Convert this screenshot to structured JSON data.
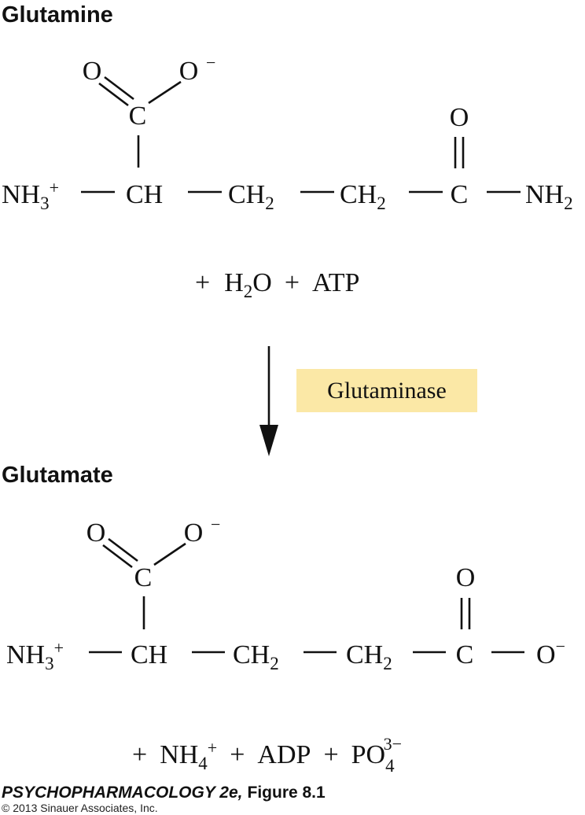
{
  "substrate": {
    "title": "Glutamine",
    "carboxyl": {
      "o_double": "O",
      "o_single": "O",
      "charge": "−",
      "carbon": "C"
    },
    "chain": {
      "amino": "NH",
      "amino_sub": "3",
      "amino_sup": "+",
      "alpha": "CH",
      "ch2_a": "CH",
      "ch2_a_sub": "2",
      "ch2_b": "CH",
      "ch2_b_sub": "2",
      "carbon": "C",
      "terminal": "NH",
      "terminal_sub": "2",
      "carbonyl_o": "O"
    },
    "reactants": {
      "plus1": "+",
      "water": "H",
      "water_sub": "2",
      "water_tail": "O",
      "plus2": "+",
      "atp": "ATP"
    }
  },
  "enzyme": {
    "label": "Glutaminase",
    "highlight_color": "#fbe8a6"
  },
  "product": {
    "title": "Glutamate",
    "carboxyl": {
      "o_double": "O",
      "o_single": "O",
      "charge": "−",
      "carbon": "C"
    },
    "chain": {
      "amino": "NH",
      "amino_sub": "3",
      "amino_sup": "+",
      "alpha": "CH",
      "ch2_a": "CH",
      "ch2_a_sub": "2",
      "ch2_b": "CH",
      "ch2_b_sub": "2",
      "carbon": "C",
      "terminal": "O",
      "terminal_sup": "−",
      "carbonyl_o": "O"
    },
    "byproducts": {
      "plus1": "+",
      "ammonium": "NH",
      "ammonium_sub": "4",
      "ammonium_sup": "+",
      "plus2": "+",
      "adp": "ADP",
      "plus3": "+",
      "phosphate": "PO",
      "phosphate_sub": "4",
      "phosphate_sup": "3−"
    }
  },
  "caption": {
    "book": "PSYCHOPHARMACOLOGY 2e,",
    "figure": "Figure 8.1",
    "copyright": "© 2013 Sinauer Associates, Inc."
  }
}
